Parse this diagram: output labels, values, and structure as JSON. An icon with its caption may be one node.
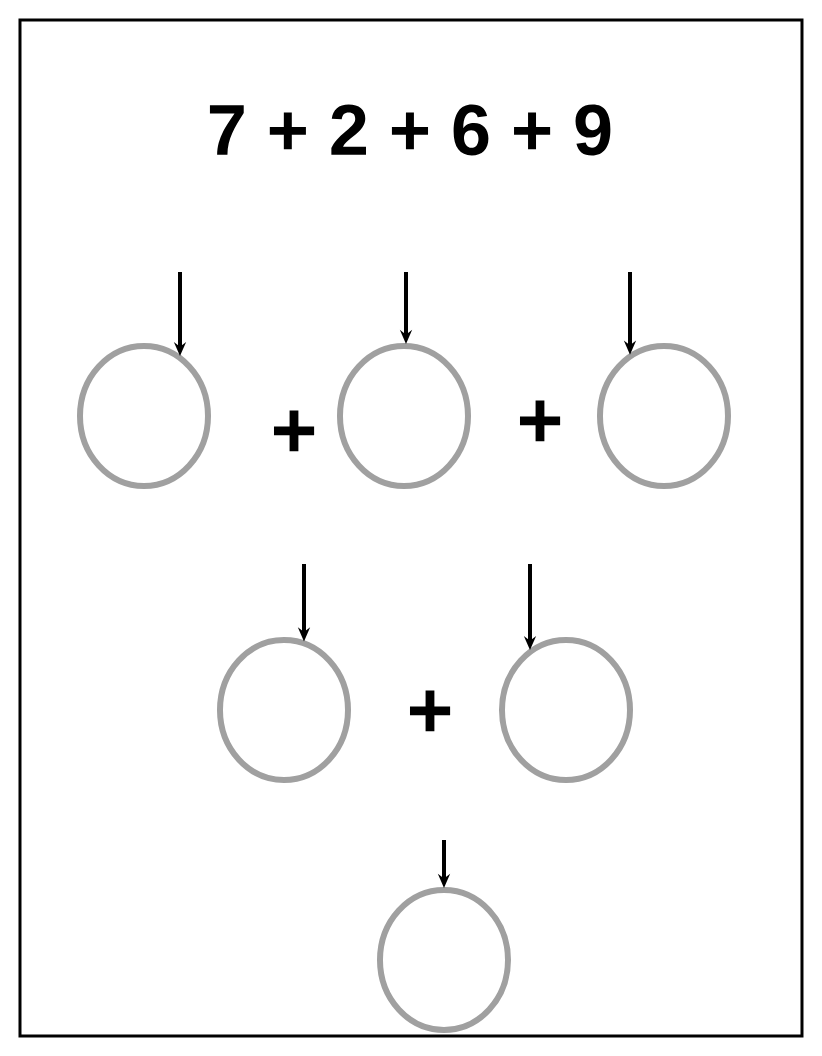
{
  "diagram": {
    "title": "7 + 2 + 6 + 9",
    "nodes": [
      {
        "text": [],
        "shape": "circle"
      },
      {
        "text": [],
        "shape": "circle"
      },
      {
        "text": [],
        "shape": "circle"
      },
      {
        "text": [],
        "shape": "circle"
      },
      {
        "text": [],
        "shape": "circle"
      },
      {
        "text": [],
        "shape": "circle"
      }
    ],
    "edges": [
      {
        "from": null,
        "to": 0,
        "arrow": "to"
      },
      {
        "from": null,
        "to": 1,
        "arrow": "to"
      },
      {
        "from": null,
        "to": 2,
        "arrow": "to"
      },
      {
        "from": null,
        "to": 3,
        "arrow": "to"
      },
      {
        "from": null,
        "to": 4,
        "arrow": "to"
      },
      {
        "from": null,
        "to": 5,
        "arrow": "to"
      }
    ],
    "labels": [
      "+",
      "+",
      "+"
    ]
  }
}
